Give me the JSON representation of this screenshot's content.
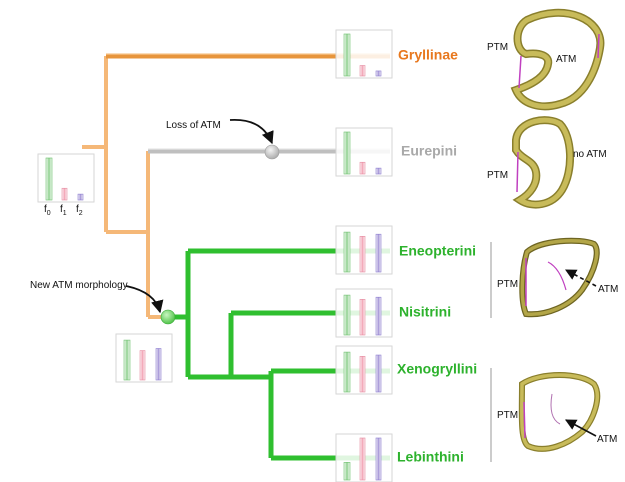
{
  "colors": {
    "ancestral_branch": "#f5b878",
    "gryllinae_branch": "#f0a050",
    "eurepini_branch": "#c8c8c8",
    "new_clade_branch": "#2fc02f",
    "gryllinae_label": "#e8781e",
    "eurepini_label": "#a9a9a9",
    "clade_label": "#2db22d",
    "f0_bar": "#8fd18f",
    "f1_bar": "#f4a6b6",
    "f2_bar": "#a79ad8",
    "membrane_outline": "#c040c0",
    "tube_fill": "#b8ab4e"
  },
  "taxa": {
    "gryllinae": "Gryllinae",
    "eurepini": "Eurepini",
    "eneopterini": "Eneopterini",
    "nisitrini": "Nisitrini",
    "xenogryllini": "Xenogryllini",
    "lebinthini": "Lebinthini"
  },
  "annotations": {
    "loss_of_atm": "Loss of ATM",
    "new_atm_morphology": "New ATM morphology"
  },
  "legend": {
    "f_base": "f",
    "sub0": "0",
    "sub1": "1",
    "sub2": "2"
  },
  "labels": {
    "ptm": "PTM",
    "atm": "ATM",
    "no_atm": "no ATM"
  },
  "spectra": {
    "legend": {
      "f0": 1.0,
      "f1": 0.28,
      "f2": 0.14
    },
    "gryllinae": {
      "f0": 1.0,
      "f1": 0.25,
      "f2": 0.12
    },
    "eurepini": {
      "f0": 1.0,
      "f1": 0.28,
      "f2": 0.14
    },
    "eneopterini": {
      "f0": 0.95,
      "f1": 0.85,
      "f2": 0.9
    },
    "nisitrini": {
      "f0": 0.95,
      "f1": 0.85,
      "f2": 0.9
    },
    "xenogryllini": {
      "f0": 0.95,
      "f1": 0.85,
      "f2": 0.88
    },
    "lebinthini": {
      "f0": 0.42,
      "f1": 1.0,
      "f2": 1.0
    },
    "ancestor_new": {
      "f0": 0.95,
      "f1": 0.7,
      "f2": 0.75
    }
  }
}
